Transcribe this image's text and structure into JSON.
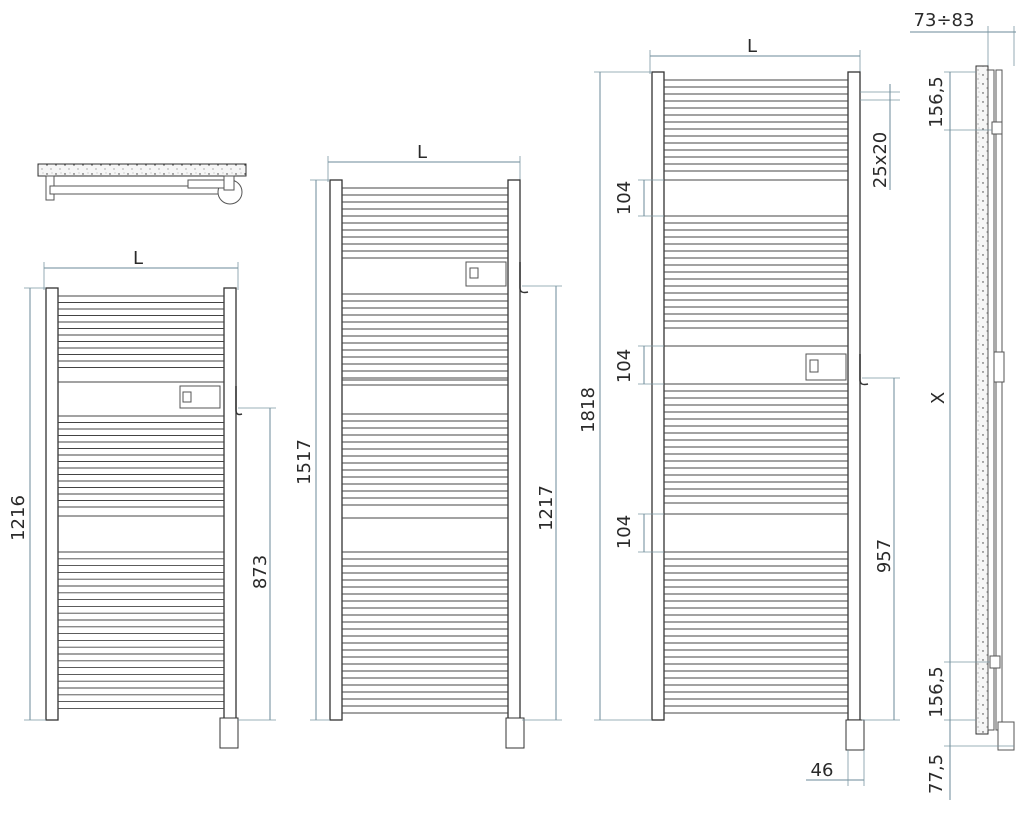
{
  "drawings": {
    "small": {
      "width_label": "L",
      "height_label": "1216",
      "connection_label": "873"
    },
    "medium": {
      "width_label": "L",
      "height_label": "1517",
      "connection_label": "1217"
    },
    "large": {
      "width_label": "L",
      "height_label": "1818",
      "gap_labels": [
        "104",
        "104",
        "104"
      ],
      "tube_label": "25x20",
      "connection_label": "957",
      "offset_label": "46"
    },
    "side_view": {
      "depth_label": "73÷83",
      "top_label": "156,5",
      "x_label": "X",
      "bottom_label": "156,5",
      "floor_label": "77,5"
    }
  }
}
